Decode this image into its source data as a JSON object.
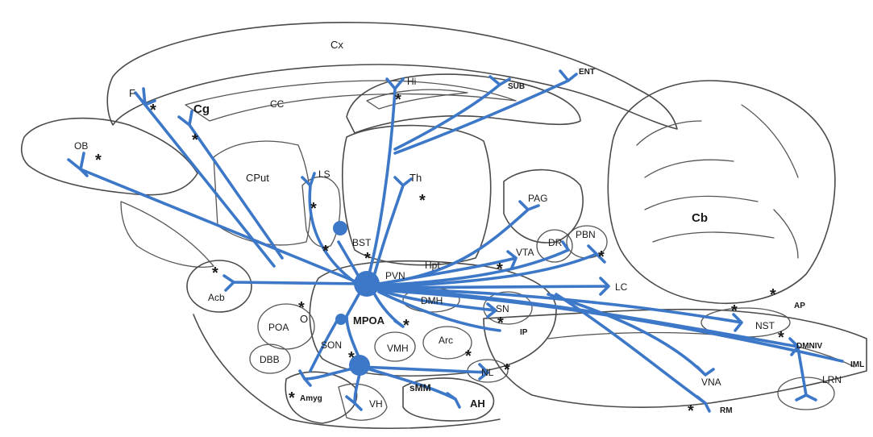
{
  "colors": {
    "projection": "#3d78c8",
    "outline": "#4a4a4a",
    "background": "#ffffff"
  },
  "labels": {
    "cx": "Cx",
    "cc": "CC",
    "hi": "Hi",
    "sub": "SUB",
    "ent": "ENT",
    "f": "F",
    "cg": "Cg",
    "ob": "OB",
    "cput": "CPut",
    "ls": "LS",
    "th": "Th",
    "bst": "BST",
    "cb": "Cb",
    "pag": "PAG",
    "dr": "DR",
    "pbn": "PBN",
    "vta": "VTA",
    "hpt": "Hpt",
    "pvn": "PVN",
    "lc": "LC",
    "acb": "Acb",
    "poa": "POA",
    "mpoa": "MPOA",
    "dmh": "DMH",
    "sn": "SN",
    "ip": "IP",
    "arc": "Arc",
    "vmh": "VMH",
    "son": "SON",
    "dbb": "DBB",
    "nl": "NL",
    "amyg": "Amyg",
    "vh": "VH",
    "smm": "sMM",
    "ah": "AH",
    "ap": "AP",
    "nst": "NST",
    "dmniv": "DMNIV",
    "iml": "IML",
    "lrn": "LRN",
    "vna": "VNA",
    "rm": "RM",
    "o": "O"
  },
  "star": "*"
}
